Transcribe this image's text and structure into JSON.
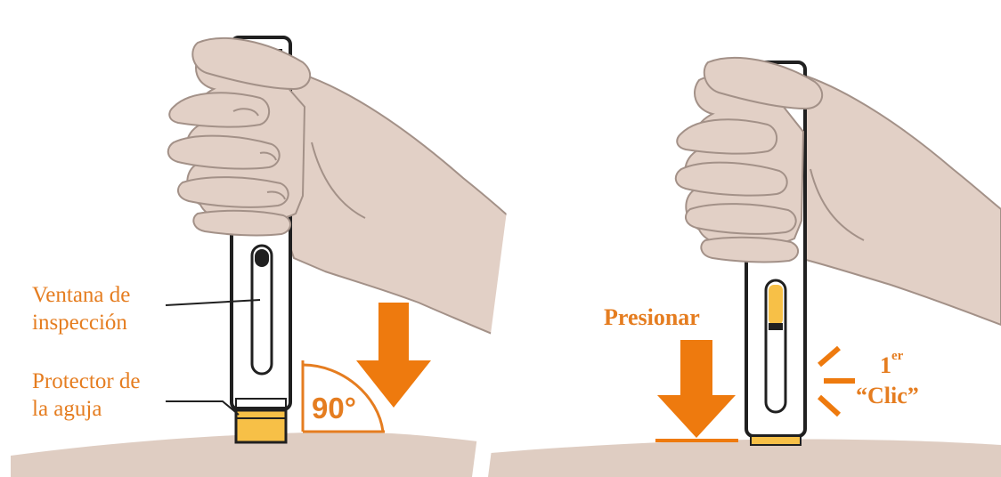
{
  "left_panel": {
    "label_window": {
      "line1": "Ventana de",
      "line2": "inspección"
    },
    "label_cap": {
      "line1": "Protector de",
      "line2": "la aguja"
    },
    "angle_text": "90°",
    "arrow_icon": "arrow-down-icon",
    "angle_icon": "right-angle-arc-icon"
  },
  "right_panel": {
    "press_label": "Presionar",
    "click_label": {
      "number": "1",
      "superscript": "er",
      "word": "“Clic”"
    },
    "arrow_icon": "arrow-down-icon",
    "click_icon": "click-burst-icon"
  },
  "colors": {
    "accent": "#e57d20",
    "skin": "#e2d0c6",
    "skin_outline": "#a39188",
    "ground": "#dfcdc2",
    "cap": "#f7c047",
    "pen_body": "#ffffff",
    "pen_outline": "#202020"
  }
}
